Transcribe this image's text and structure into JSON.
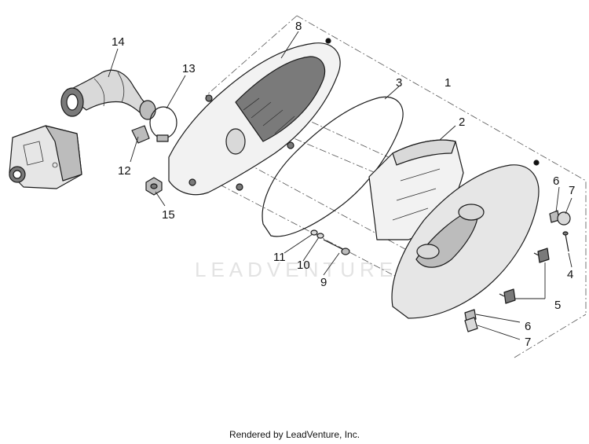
{
  "watermark": "LEADVENTURE",
  "footer": "Rendered by LeadVenture, Inc.",
  "callouts": {
    "c1": "1",
    "c2": "2",
    "c3": "3",
    "c4": "4",
    "c5": "5",
    "c6a": "6",
    "c6b": "6",
    "c7a": "7",
    "c7b": "7",
    "c8": "8",
    "c9": "9",
    "c10": "10",
    "c11": "11",
    "c12": "12",
    "c13": "13",
    "c14": "14",
    "c15": "15"
  },
  "colors": {
    "line": "#1a1a1a",
    "fill_light": "#f2f2f2",
    "fill_mid": "#d9d9d9",
    "fill_dark": "#7a7a7a",
    "watermark": "#e3e3e3"
  }
}
